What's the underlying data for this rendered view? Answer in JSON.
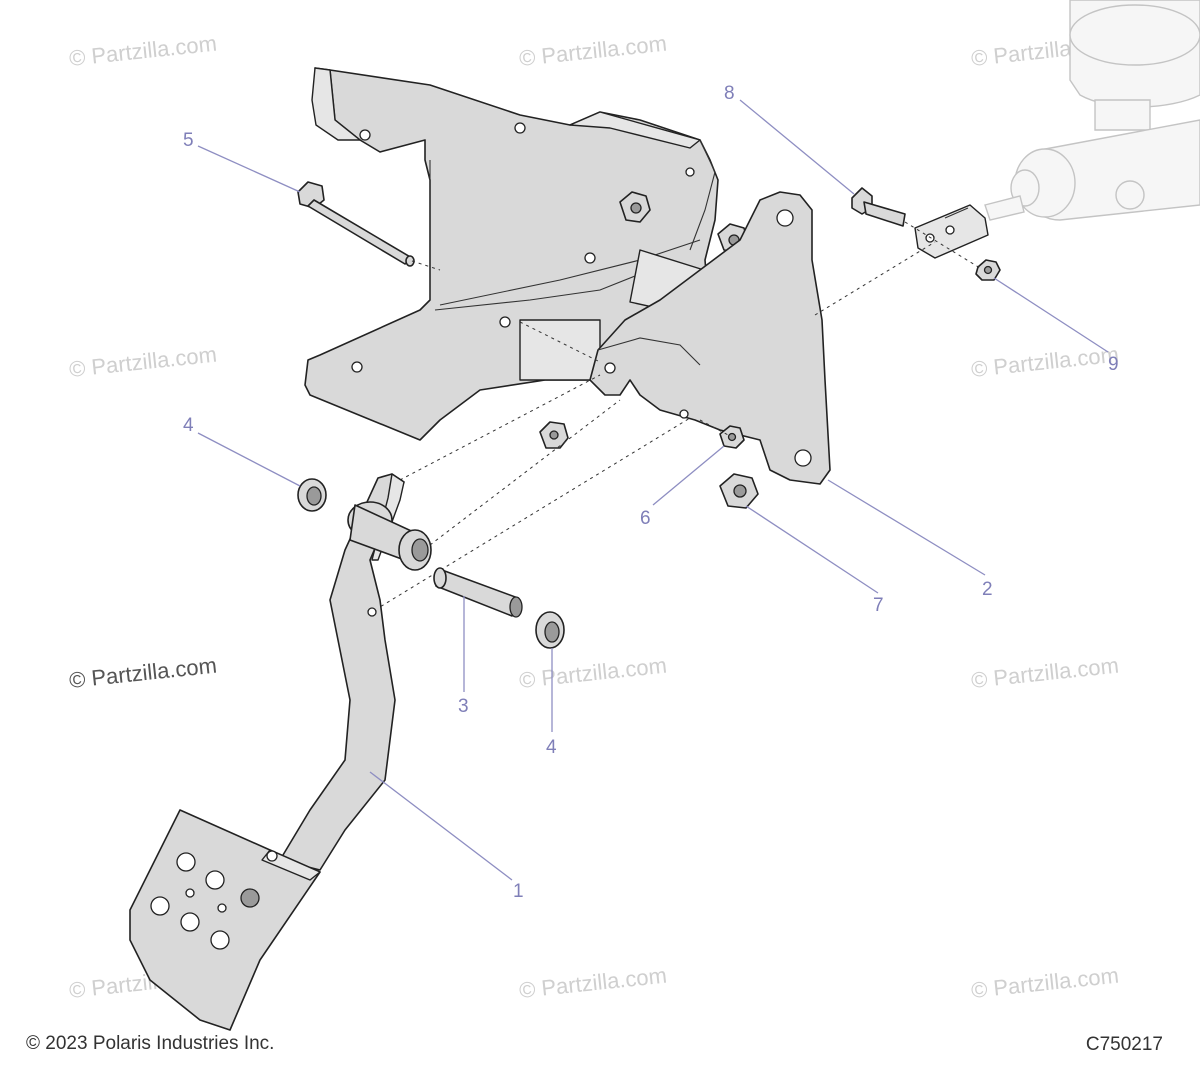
{
  "watermark_text": "© Partzilla.com",
  "copyright": "© 2023 Polaris Industries Inc.",
  "diagram_id": "C750217",
  "callouts": {
    "c1": "1",
    "c2": "2",
    "c3": "3",
    "c4a": "4",
    "c4b": "4",
    "c5": "5",
    "c6": "6",
    "c7": "7",
    "c8": "8",
    "c9": "9"
  },
  "colors": {
    "callout": "#7f7fb8",
    "leader": "#8e8ec2",
    "part_fill": "#d9d9d9",
    "outline": "#222222",
    "watermark": "#cfcfcf"
  }
}
